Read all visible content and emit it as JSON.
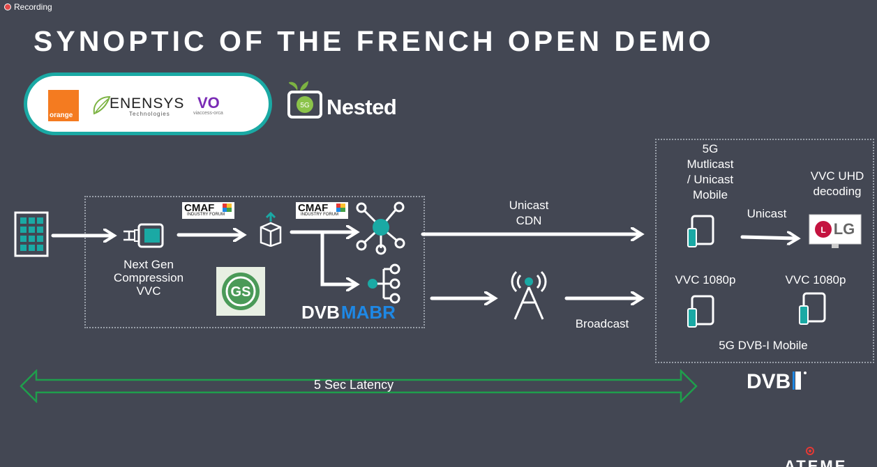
{
  "recording": {
    "label": "Recording"
  },
  "slide": {
    "title": "SYNOPTIC OF THE FRENCH OPEN DEMO",
    "partners": {
      "orange": "orange",
      "enensys": "ENENSYS",
      "enensys_sub": "Technologies",
      "vo": "VO",
      "vo_sub": "viaccess-orca"
    },
    "nested": "Nested",
    "nested_badge": "5G",
    "encoder_label": [
      "Next Gen",
      "Compression",
      "VVC"
    ],
    "cmaf1": {
      "main": "CMAF",
      "sub": "INDUSTRY FORUM"
    },
    "cmaf2": {
      "main": "CMAF",
      "sub": "INDUSTRY FORUM"
    },
    "dvb_mabr": {
      "dvb": "DVB",
      "mabr": "MABR"
    },
    "unicast_cdn": [
      "Unicast",
      "CDN"
    ],
    "broadcast": "Broadcast",
    "mobile_5g_label": [
      "5G",
      "Mutlicast",
      "/ Unicast",
      "Mobile"
    ],
    "unicast": "Unicast",
    "vvc_uhd": [
      "VVC UHD",
      "decoding"
    ],
    "lg": "LG",
    "vvc1080_left": "VVC 1080p",
    "vvc1080_right": "VVC 1080p",
    "dvbi_mobile": "5G DVB-I Mobile",
    "dvbi_logo": "DVB-I",
    "latency": "5 Sec Latency",
    "ateme": "ATEME"
  },
  "colors": {
    "background": "#434753",
    "teal": "#1aa9a4",
    "green": "#1f9e4c",
    "dvb_blue": "#1565c0"
  }
}
